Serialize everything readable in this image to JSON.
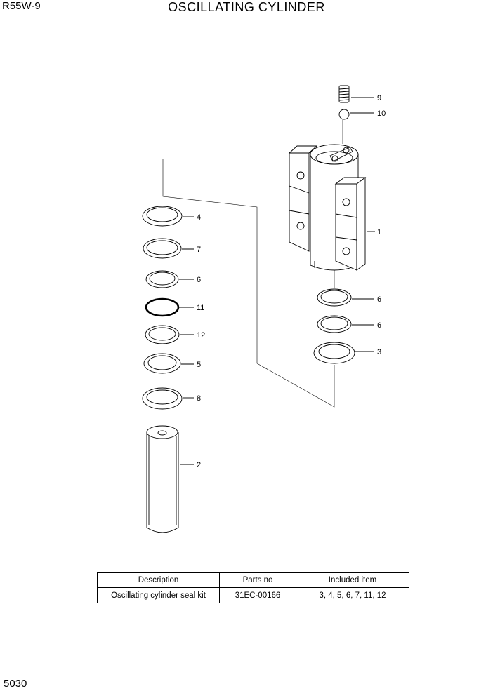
{
  "header": {
    "model": "R55W-9",
    "title": "OSCILLATING CYLINDER"
  },
  "footer": {
    "page_number": "5030"
  },
  "callouts": {
    "c1": "1",
    "c2": "2",
    "c3": "3",
    "c4": "4",
    "c5": "5",
    "c6a": "6",
    "c6b": "6",
    "c6c": "6",
    "c7": "7",
    "c8": "8",
    "c9": "9",
    "c10": "10",
    "c11": "11",
    "c12": "12"
  },
  "kit_table": {
    "headers": [
      "Description",
      "Parts no",
      "Included item"
    ],
    "rows": [
      [
        "Oscillating cylinder seal kit",
        "31EC-00166",
        "3, 4, 5, 6, 7, 11, 12"
      ]
    ]
  }
}
